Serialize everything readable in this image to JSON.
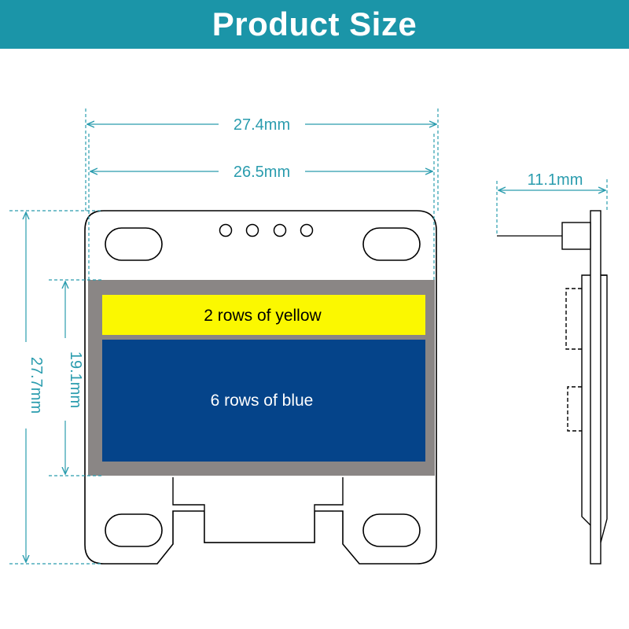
{
  "header": {
    "title": "Product Size"
  },
  "dimensions": {
    "outer_width": "27.4mm",
    "inner_width": "26.5mm",
    "total_height": "27.7mm",
    "display_height": "19.1mm",
    "thickness": "11.1mm"
  },
  "screen": {
    "yellow_label": "2 rows of yellow",
    "blue_label": "6 rows of blue"
  },
  "colors": {
    "header_band": "#1b95a8",
    "dimension": "#2a9cae",
    "outline": "#000000",
    "bezel": "#8a8685",
    "yellow": "#fbf800",
    "blue": "#05448a",
    "blue_text": "#ffffff",
    "yellow_text": "#000000"
  }
}
